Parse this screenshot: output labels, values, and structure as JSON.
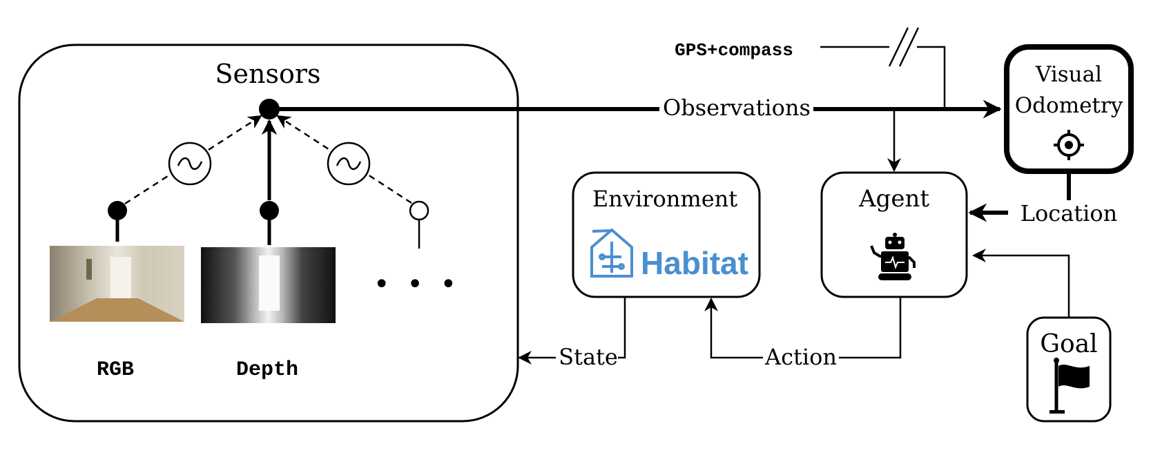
{
  "sensors": {
    "title": "Sensors",
    "rgb_label": "RGB",
    "depth_label": "Depth",
    "ellipsis": "• • •",
    "noise_symbol": "~"
  },
  "observations_label": "Observations",
  "gps_label": "GPS+compass",
  "visual_odometry": {
    "line1": "Visual",
    "line2": "Odometry",
    "icon": "target-icon"
  },
  "environment": {
    "title": "Environment",
    "logo_text": "Habitat",
    "icon": "habitat-house-icon"
  },
  "agent": {
    "title": "Agent",
    "icon": "robot-icon"
  },
  "location_label": "Location",
  "state_label": "State",
  "action_label": "Action",
  "goal": {
    "title": "Goal",
    "icon": "flag-icon"
  },
  "colors": {
    "habitat_blue": "#4a8fcf",
    "stroke": "#000000"
  }
}
